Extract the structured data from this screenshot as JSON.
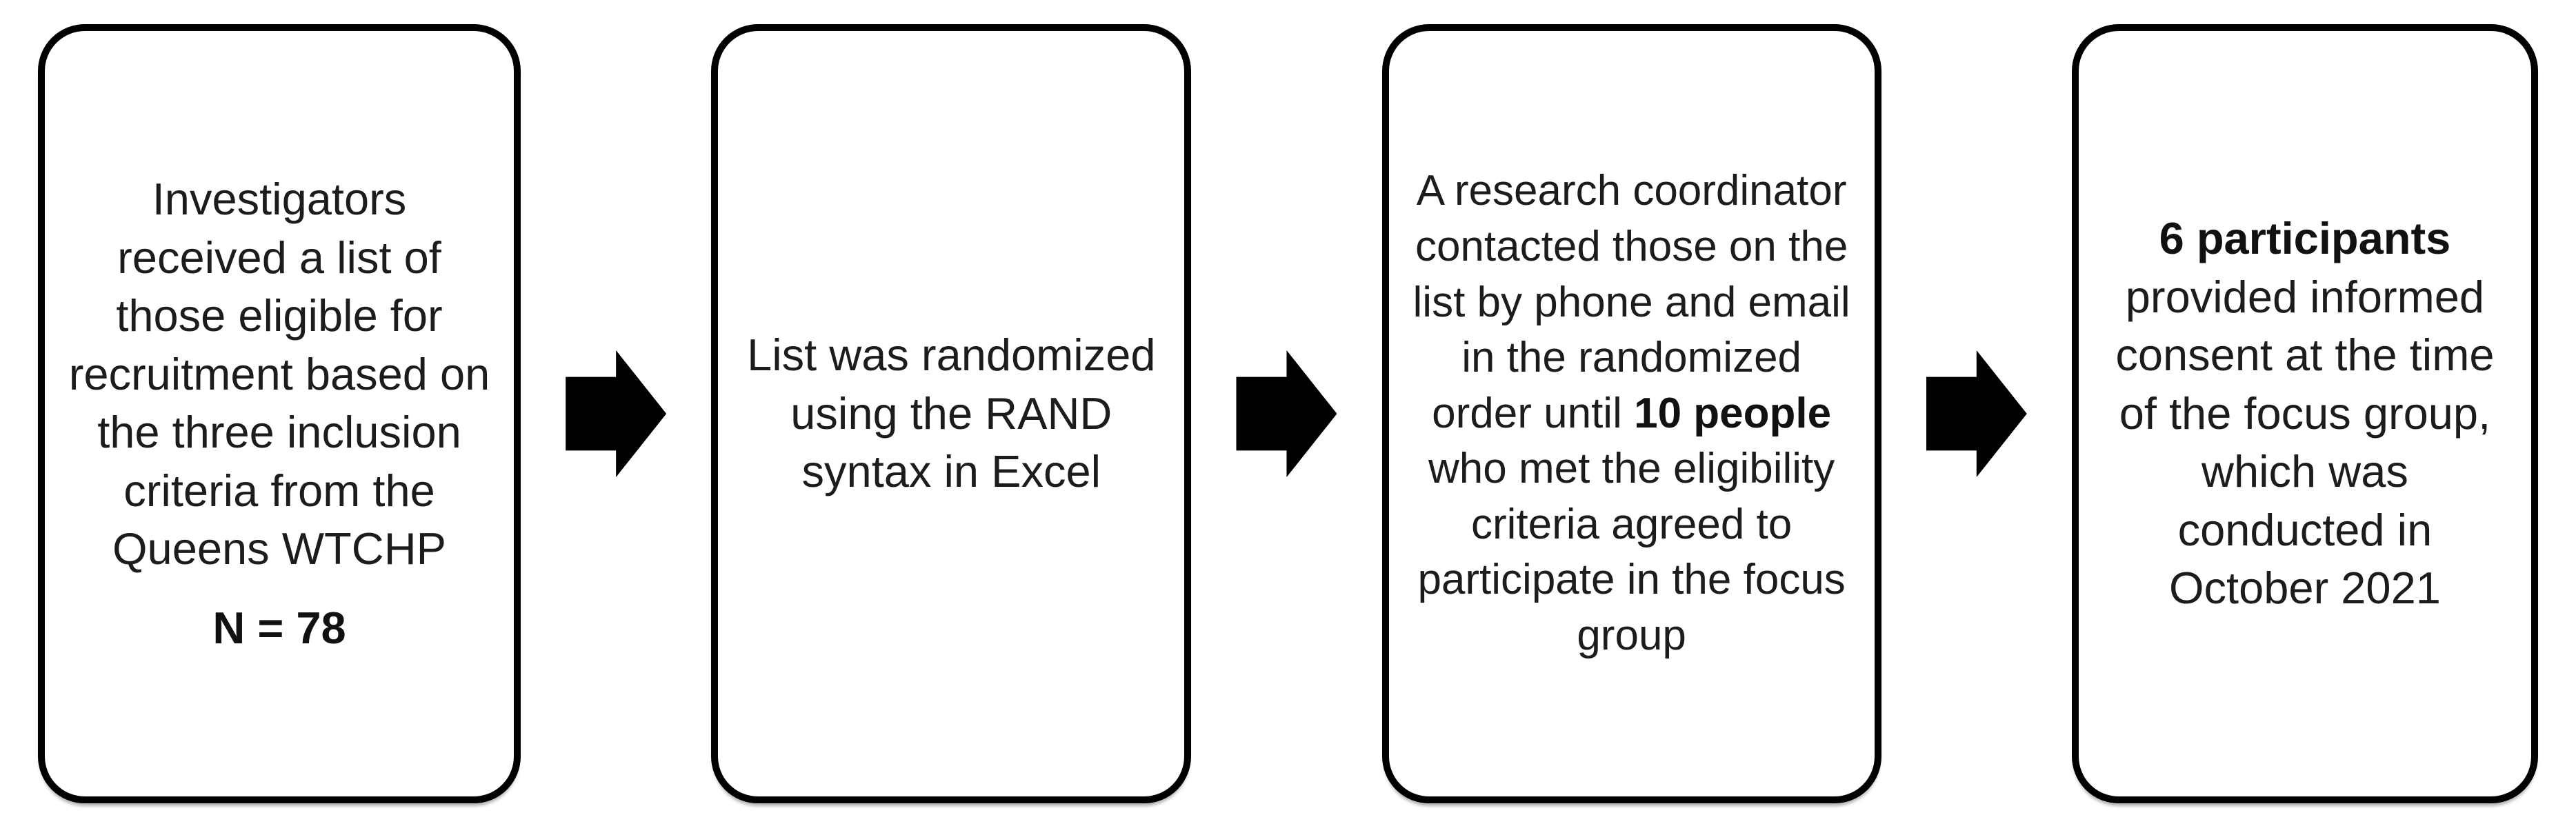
{
  "flowchart": {
    "description": "Focus group recruitment flow diagram",
    "colors": {
      "background": "#ffffff",
      "box_border": "#000000",
      "text": "#1c1c1c",
      "arrow_fill": "#000000"
    },
    "arrow_icon": "right-block-arrow",
    "steps": [
      {
        "body": "Investigators received a list of those eligible for recruitment based on the three inclusion criteria from the Queens WTCHP",
        "emphasis": "N = 78"
      },
      {
        "body": "List was randomized using the RAND syntax in Excel"
      },
      {
        "before_bold": "A research coordinator contacted those on the list by phone and email in the randomized order until ",
        "bold": "10 people",
        "after_bold": " who met the eligibility criteria agreed to participate in the focus group"
      },
      {
        "bold": "6 participants",
        "after_bold": " provided informed consent at the time of the focus group, which was conducted in October 2021"
      }
    ]
  }
}
